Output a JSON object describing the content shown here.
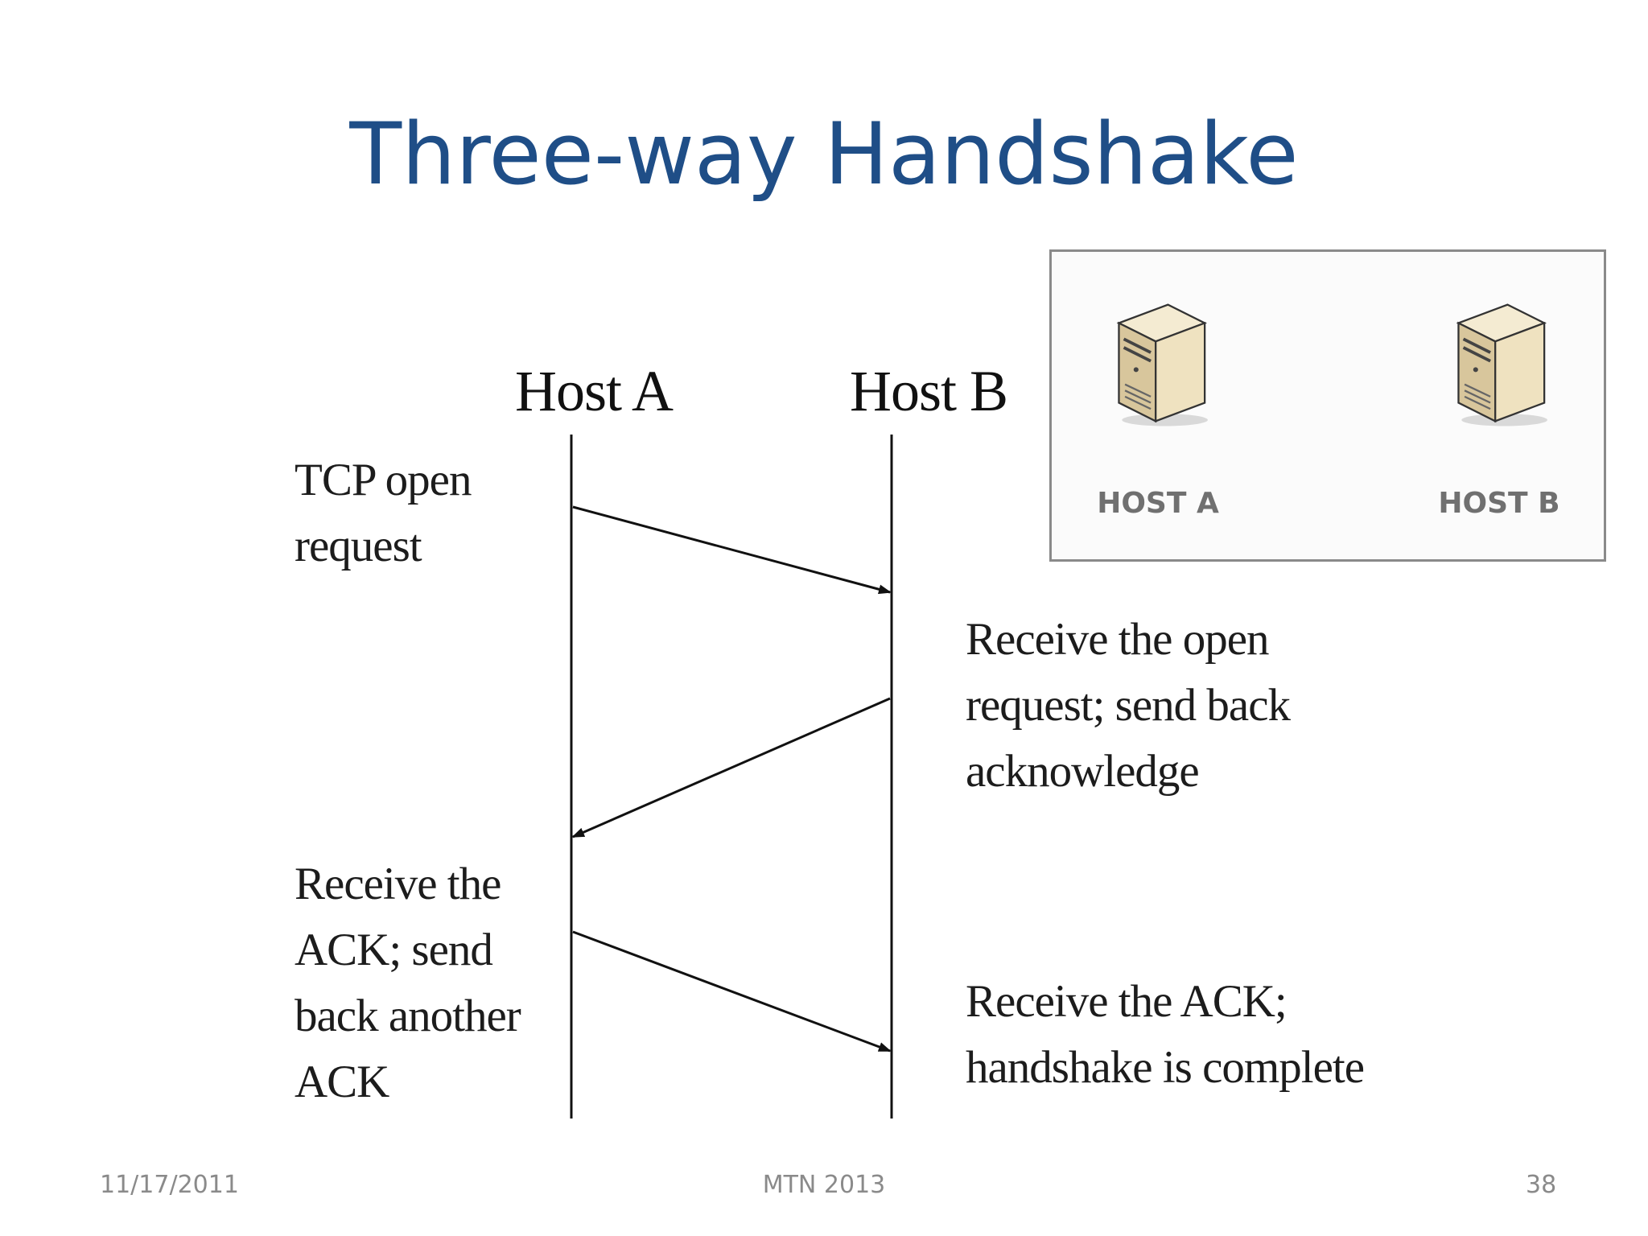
{
  "slide": {
    "title": "Three-way Handshake"
  },
  "diagram": {
    "host_a_label": "Host A",
    "host_b_label": "Host B",
    "notes": {
      "tcp_open_request": "TCP open\nrequest",
      "receive_open_request": "Receive the open\nrequest; send back\nacknowledge",
      "receive_ack_send_ack": "Receive the\nACK; send\nback another\nACK",
      "receive_ack_complete": "Receive the ACK;\nhandshake is complete"
    }
  },
  "inset": {
    "host_a_caption": "HOST A",
    "host_b_caption": "HOST B"
  },
  "footer": {
    "date": "11/17/2011",
    "center": "MTN 2013",
    "page_number": "38"
  },
  "colors": {
    "title": "#1f4e87",
    "line": "#111111",
    "server_body": "#e6d7b4",
    "server_shadow": "#b9a77e"
  },
  "icons": {
    "server": "server-tower-icon"
  }
}
